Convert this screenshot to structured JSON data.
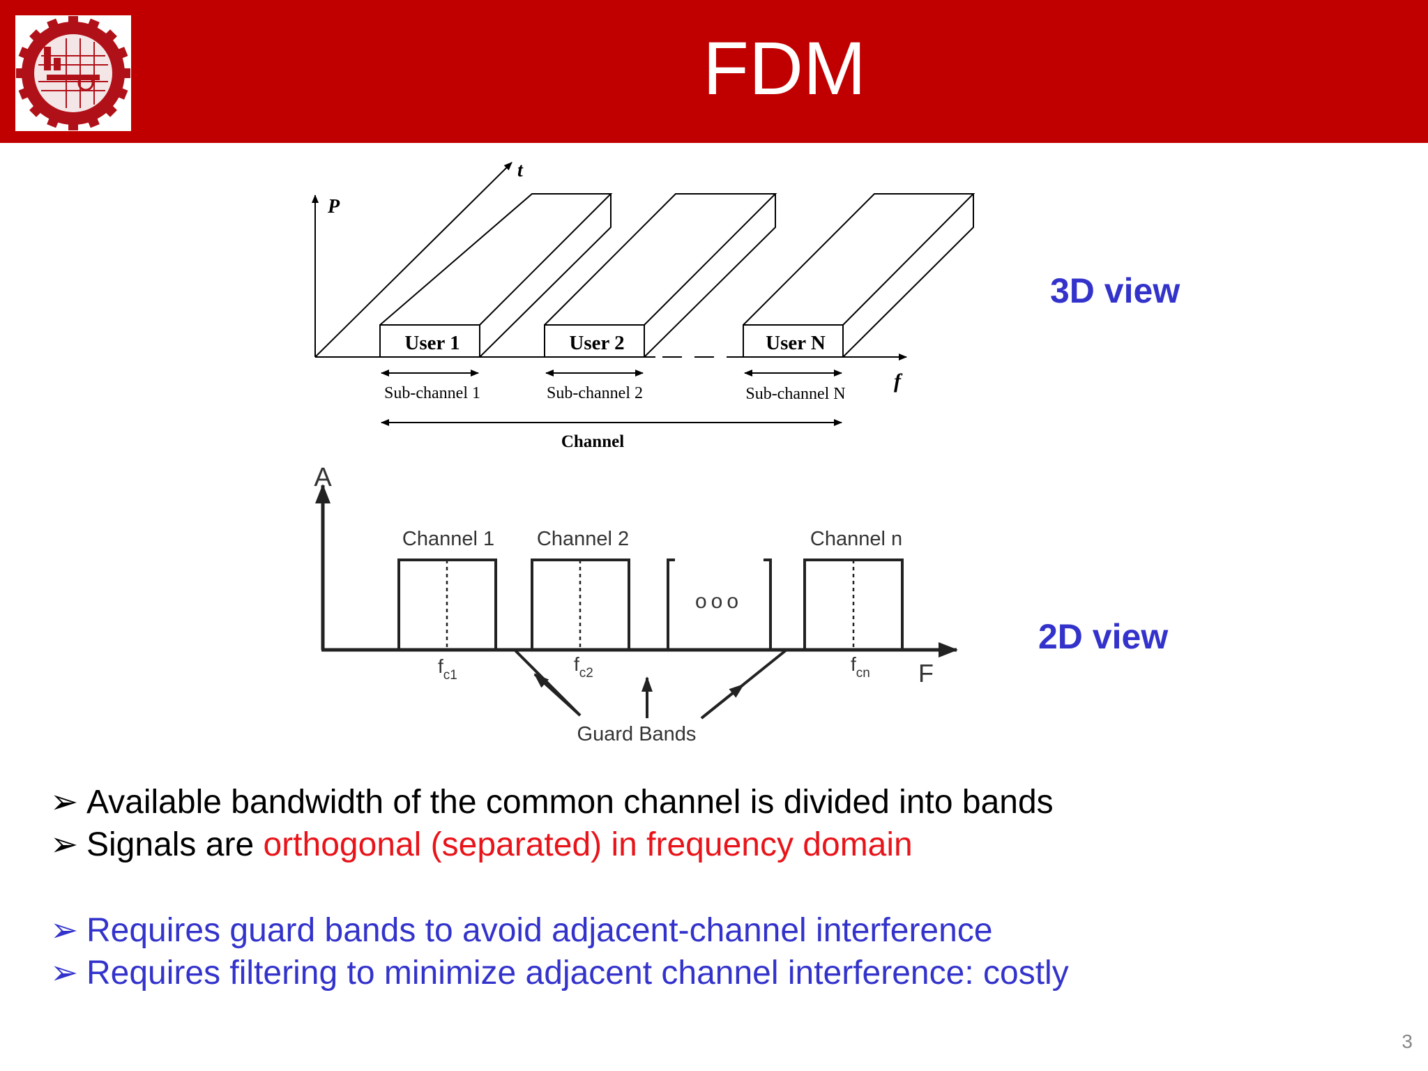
{
  "colors": {
    "header": "#c00000",
    "blue": "#3333cc",
    "red": "#e8141a",
    "black": "#000000"
  },
  "slide": {
    "title": "FDM",
    "page_number": "3"
  },
  "logo": {
    "icon": "university-gear-seal-icon"
  },
  "diagram3d": {
    "axis_p": "P",
    "axis_t": "t",
    "axis_f": "f",
    "users": [
      "User 1",
      "User 2",
      "User N"
    ],
    "subchannels": [
      "Sub-channel 1",
      "Sub-channel 2",
      "Sub-channel N"
    ],
    "channel_label": "Channel",
    "view_label": "3D view"
  },
  "diagram2d": {
    "axis_a": "A",
    "axis_f": "F",
    "channels": [
      "Channel 1",
      "Channel 2",
      "Channel n"
    ],
    "center_freqs": [
      {
        "base": "f",
        "sub": "c1"
      },
      {
        "base": "f",
        "sub": "c2"
      },
      {
        "base": "f",
        "sub": "cn"
      }
    ],
    "ellipsis": "ooo",
    "guard_bands_label": "Guard Bands",
    "view_label": "2D view"
  },
  "bullets": [
    {
      "marker": "➢",
      "segments": [
        {
          "text": "Available bandwidth of the common channel is divided into bands",
          "color": "#000000"
        }
      ]
    },
    {
      "marker": "➢",
      "segments": [
        {
          "text": "Signals are ",
          "color": "#000000"
        },
        {
          "text": "orthogonal (separated) in frequency domain",
          "color": "#e8141a"
        }
      ]
    },
    {
      "marker": "➢",
      "segments": [
        {
          "text": "Requires guard bands to avoid adjacent-channel interference",
          "color": "#3333cc"
        }
      ]
    },
    {
      "marker": "➢",
      "segments": [
        {
          "text": "Requires filtering to minimize adjacent channel interference: costly",
          "color": "#3333cc"
        }
      ]
    }
  ]
}
